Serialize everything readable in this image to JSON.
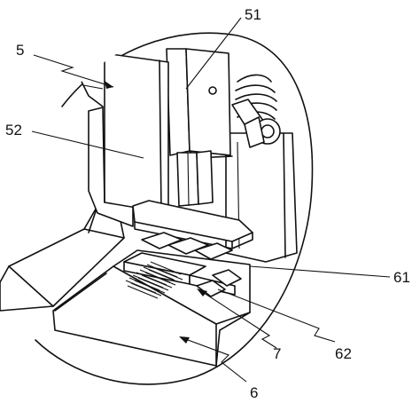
{
  "labels": {
    "l5": "5",
    "l51": "51",
    "l52": "52",
    "l61": "61",
    "l62": "62",
    "l7": "7",
    "l6": "6"
  }
}
